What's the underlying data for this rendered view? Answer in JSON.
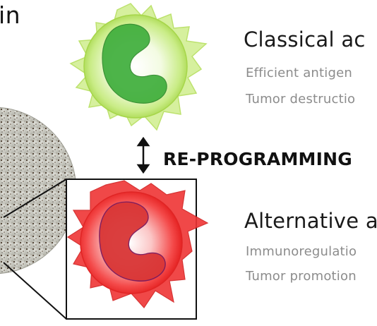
{
  "title_fragment": "in",
  "process_label": "RE-PROGRAMMING",
  "classical": {
    "heading": "Classical ac",
    "line1": "Efficient antigen",
    "line2": "Tumor destructio"
  },
  "alternative": {
    "heading": "Alternative a",
    "line1": "Immunoregulatio",
    "line2": "Tumor promotion"
  },
  "colors": {
    "m1_cell": "#b9e36a",
    "m1_nucleus": "#3fae3c",
    "m2_cell": "#f03030",
    "m2_nucleus": "#d93636",
    "heading_text": "#1a1a1a",
    "sub_text": "#8c8c8c"
  },
  "icons": {
    "arrow": "double-vertical-arrow-icon"
  }
}
